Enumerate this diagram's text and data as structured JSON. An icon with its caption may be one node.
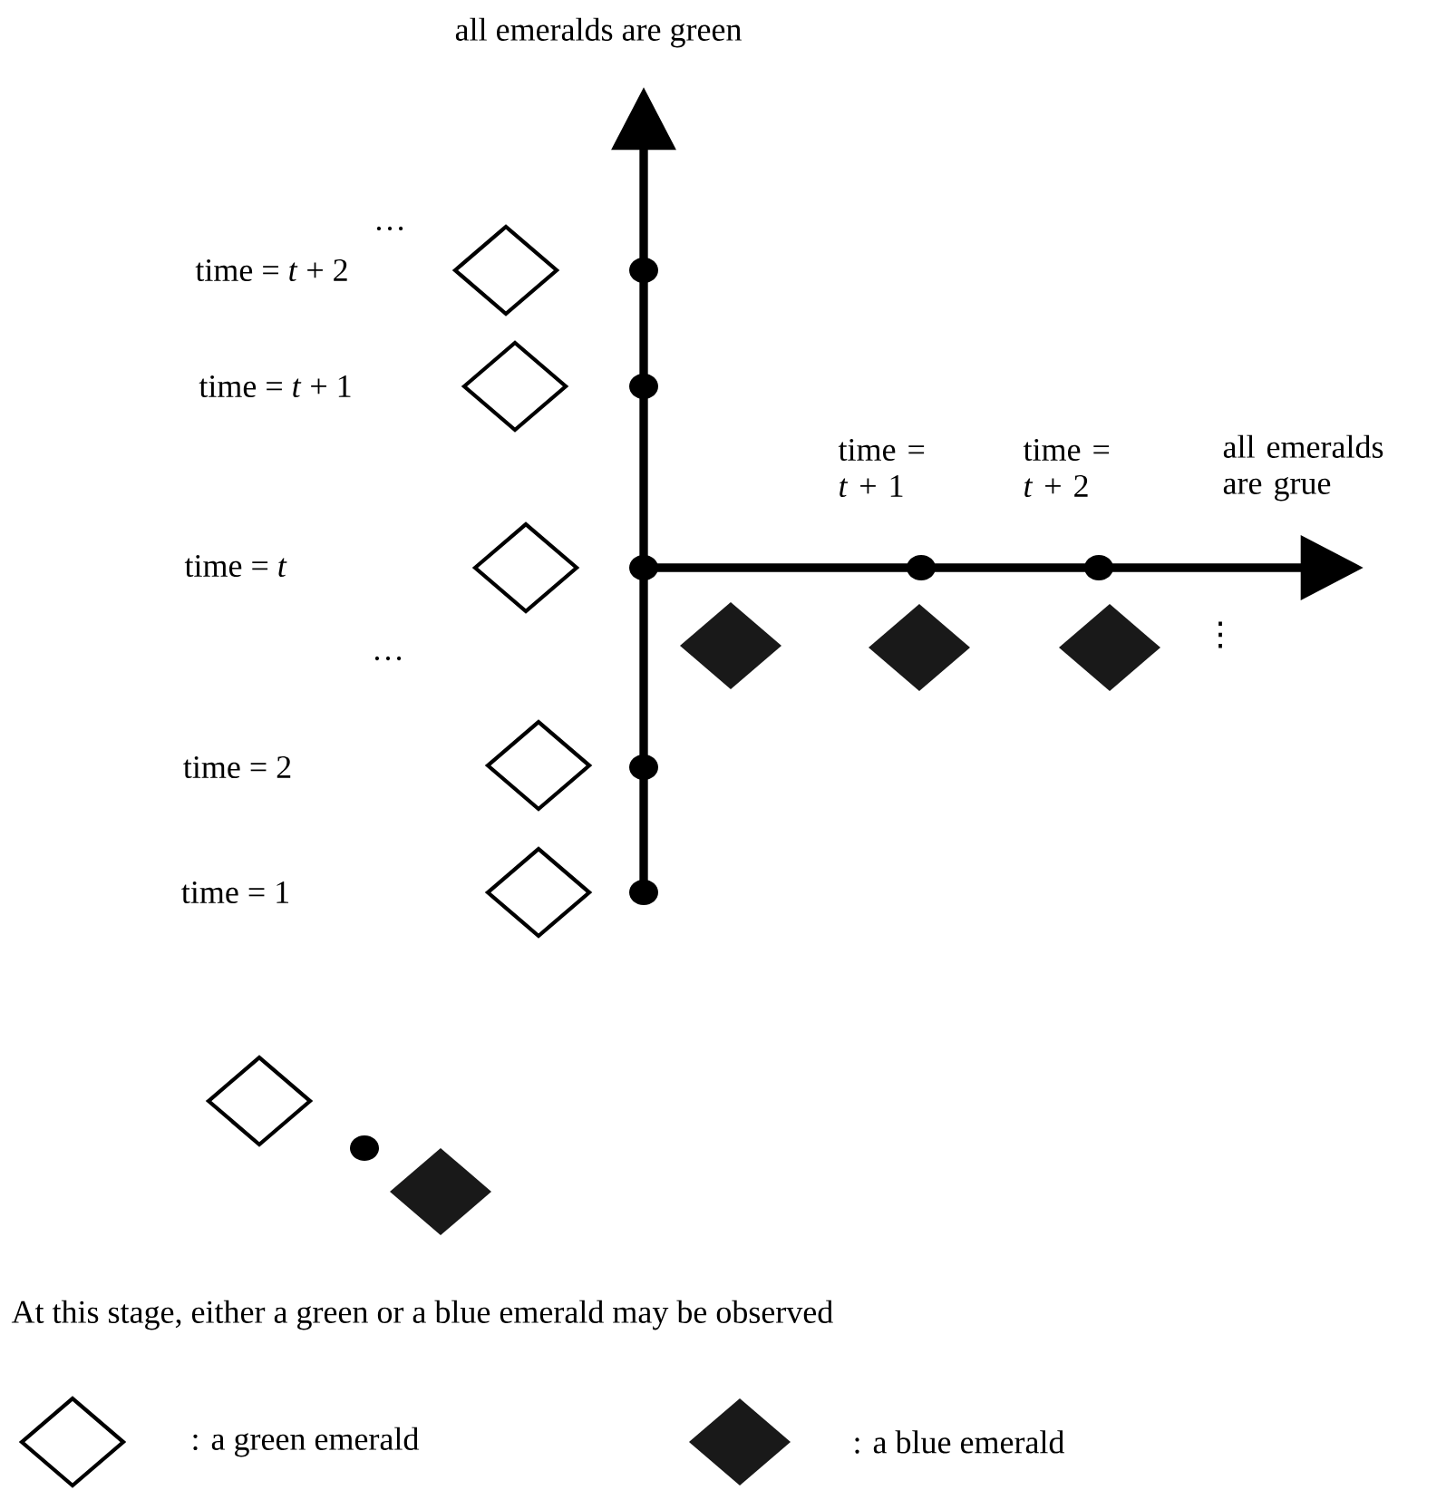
{
  "diagram": {
    "labels": [
      "all emeralds are green",
      "…",
      "time = *t* + 2",
      "time = *t* + 1",
      "time = *t*",
      "…",
      "time = 2",
      "time = 1",
      "time = *t* + 1",
      "time = *t* + 2",
      "all emeralds are grue",
      "⋮",
      "At this stage, either a green or a blue emerald may be observed"
    ],
    "legend": [
      {
        "text": ":  a green emerald"
      },
      {
        "text": ":  a blue emerald"
      }
    ]
  }
}
